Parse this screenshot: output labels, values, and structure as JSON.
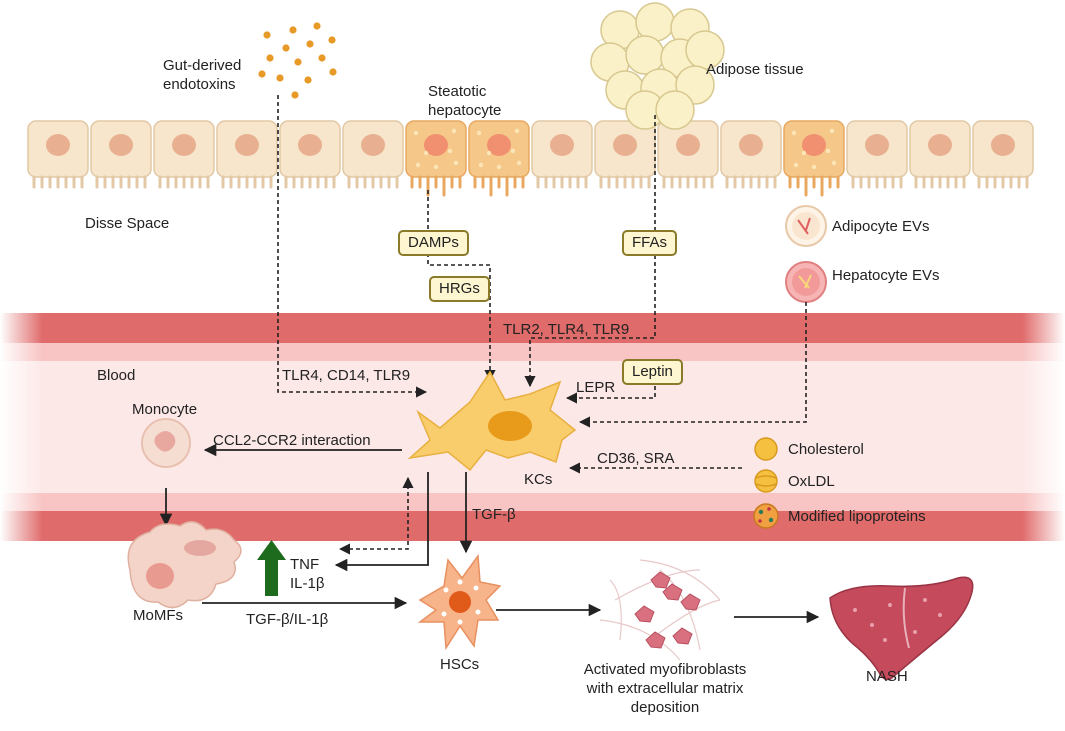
{
  "labels": {
    "gut_endotoxins": [
      "Gut-derived",
      "endotoxins"
    ],
    "steatotic_hepatocyte": [
      "Steatotic",
      "hepatocyte"
    ],
    "adipose_tissue": "Adipose tissue",
    "disse_space": "Disse Space",
    "damps": "DAMPs",
    "hrgs": "HRGs",
    "ffas": "FFAs",
    "adipocyte_evs": "Adipocyte EVs",
    "hepatocyte_evs": "Hepatocyte EVs",
    "tlr_2_4_9": "TLR2, TLR4, TLR9",
    "blood": "Blood",
    "tlr4_cd14_tlr9": "TLR4, CD14, TLR9",
    "leptin": "Leptin",
    "lepr": "LEPR",
    "monocyte": "Monocyte",
    "ccl2_ccr2": "CCL2-CCR2 interaction",
    "cd36_sra": "CD36, SRA",
    "kcs": "KCs",
    "tgf_beta": "TGF-β",
    "tnf": "TNF",
    "il1b": "IL-1β",
    "momfs": "MoMFs",
    "tgf_il1b": "TGF-β/IL-1β",
    "hscs": "HSCs",
    "activated_myofibroblasts": [
      "Activated myofibroblasts",
      "with extracellular matrix",
      "deposition"
    ],
    "nash": "NASH"
  },
  "legend": [
    {
      "label": "Cholesterol",
      "icon": "cholesterol-icon",
      "color": "#f0b030"
    },
    {
      "label": "OxLDL",
      "icon": "oxldl-icon",
      "color": "#f0b030"
    },
    {
      "label": "Modified lipoproteins",
      "icon": "modified-lipoprotein-icon",
      "color": "#e89a30"
    }
  ],
  "colors": {
    "hepatocyte": "#f7e6cc",
    "steatotic_hepatocyte": "#f5c88a",
    "vessel_wall": "#e06868",
    "vessel_lumen": "#fde4e4",
    "kupffer_cell": "#f8cc6a",
    "hsc": "#f5a870",
    "upregulation_arrow": "#1e6b1e",
    "liver": "#c0455a"
  }
}
